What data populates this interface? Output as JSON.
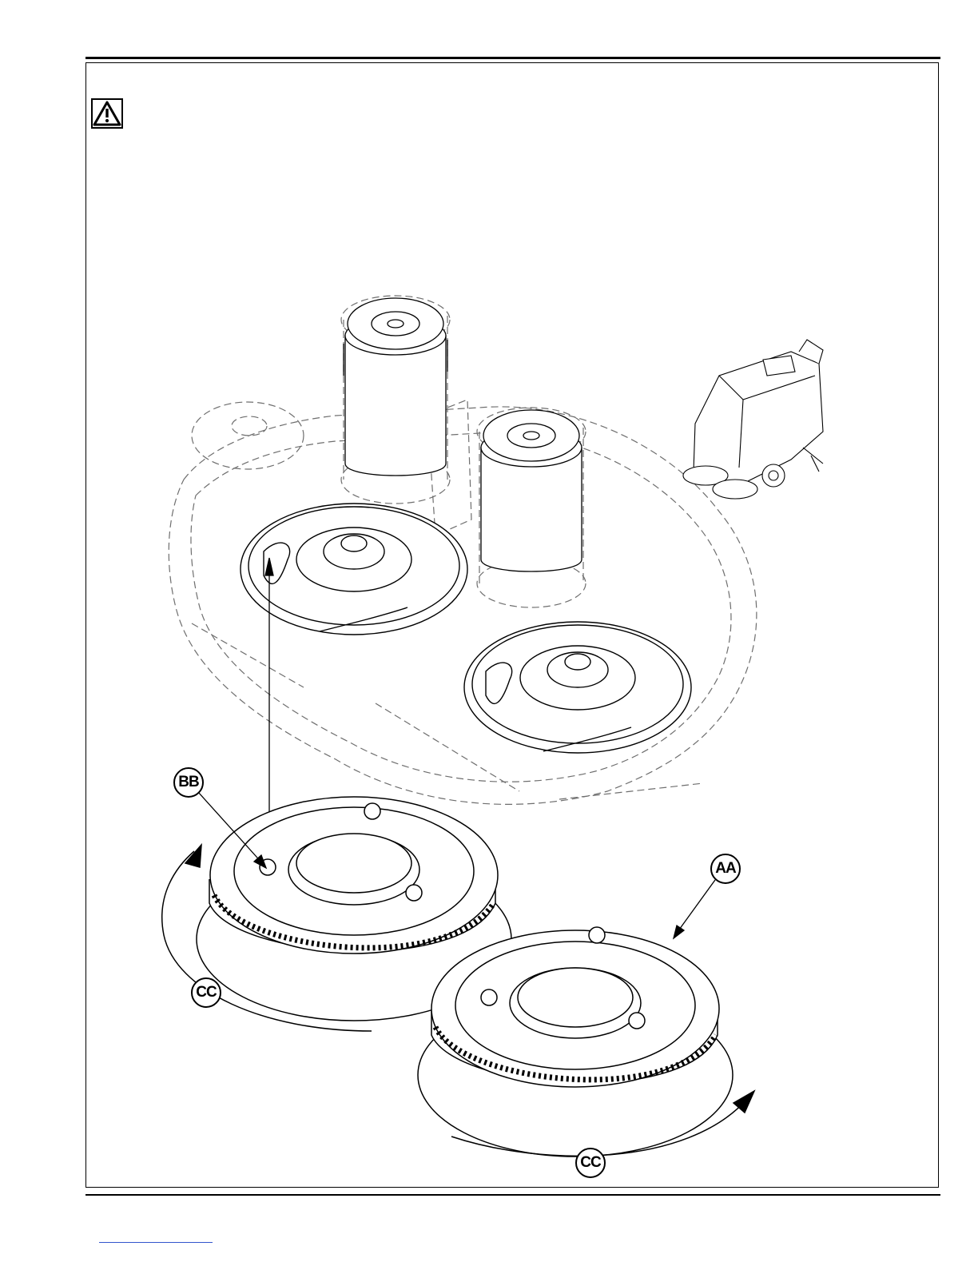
{
  "icons": {
    "warning": "warning-triangle-icon"
  },
  "callouts": {
    "pad_driver": "AA",
    "screw": "BB",
    "rotation_left": "CC",
    "rotation_right": "CC"
  },
  "colors": {
    "line": "#000000",
    "dashed_line": "#6e6e6e",
    "background": "#ffffff"
  }
}
